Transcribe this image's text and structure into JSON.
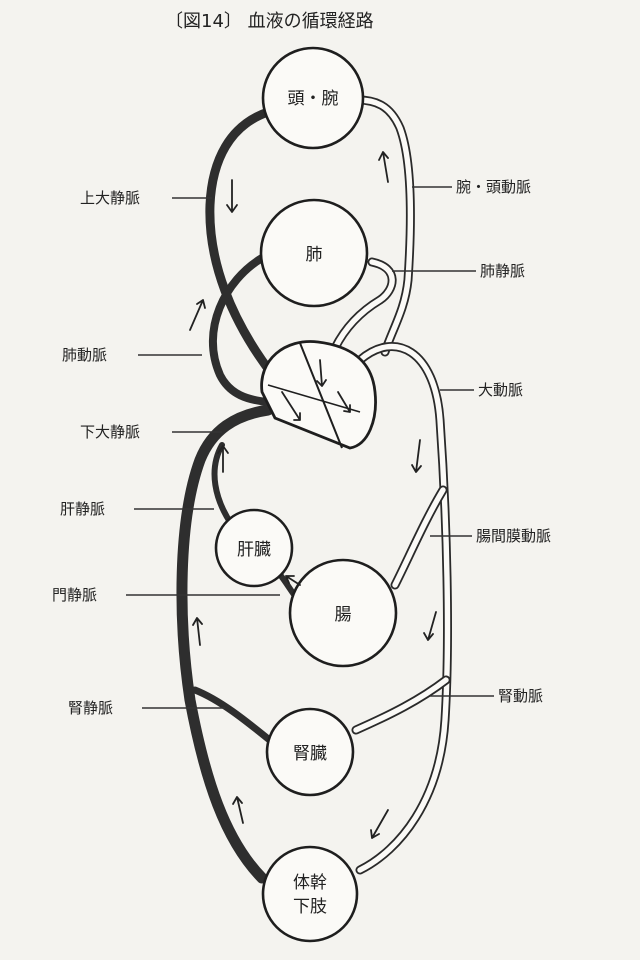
{
  "title": "〔図14〕 血液の循環経路",
  "organs": {
    "head": "頭・腕",
    "lung": "肺",
    "liver": "肝臓",
    "intestine": "腸",
    "kidney": "腎臓",
    "trunk_line1": "体幹",
    "trunk_line2": "下肢"
  },
  "vessel_labels": {
    "superior_vena_cava": "上大静脈",
    "pulmonary_artery": "肺動脈",
    "inferior_vena_cava": "下大静脈",
    "hepatic_vein": "肝静脈",
    "portal_vein": "門静脈",
    "renal_vein": "腎静脈",
    "arm_head_artery": "腕・頭動脈",
    "pulmonary_vein": "肺静脈",
    "aorta": "大動脈",
    "mesenteric_artery": "腸間膜動脈",
    "renal_artery": "腎動脈"
  }
}
